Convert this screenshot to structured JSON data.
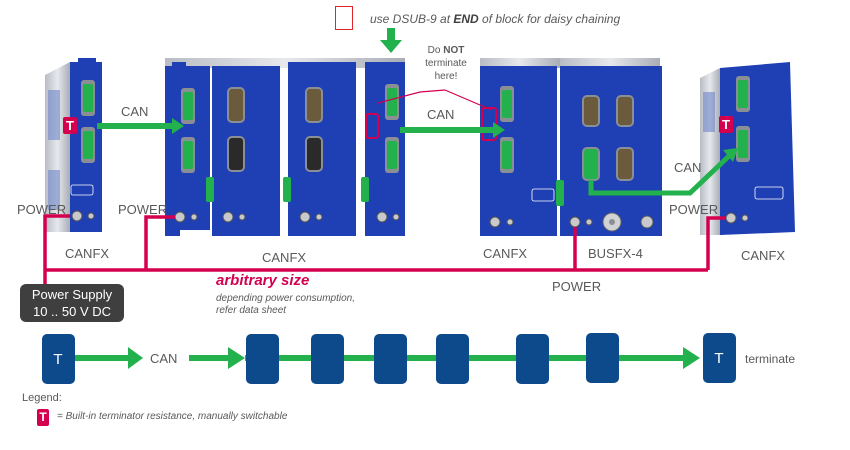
{
  "header": {
    "note_prefix": "use DSUB-9 at ",
    "note_bold": "END",
    "note_suffix": " of block for daisy chaining"
  },
  "callout": {
    "line1": "Do ",
    "line1_bold": "NOT",
    "line2": "terminate",
    "line3": "here!"
  },
  "labels": {
    "can_left": "CAN",
    "can_mid": "CAN",
    "can_right": "CAN",
    "power_1": "POWER",
    "power_2": "POWER",
    "power_3": "POWER",
    "power_bus": "POWER"
  },
  "modules": [
    {
      "name": "CANFX",
      "terminated": true
    },
    {
      "name": "CANFX",
      "count": 4,
      "terminated": false
    },
    {
      "name": "CANFX",
      "terminated": false
    },
    {
      "name": "BUSFX-4",
      "terminated": false
    },
    {
      "name": "CANFX",
      "terminated": true
    }
  ],
  "module_labels": {
    "m1": "CANFX",
    "m2": "CANFX",
    "m3": "CANFX",
    "m4": "BUSFX-4",
    "m5": "CANFX"
  },
  "power_supply": {
    "line1": "Power Supply",
    "line2": "10 .. 50 V DC"
  },
  "arbitrary": {
    "title": "arbitrary size",
    "sub1": "depending power consumption,",
    "sub2": "refer data sheet"
  },
  "schematic": {
    "start_node": "T",
    "end_node": "T",
    "can_label": "CAN",
    "end_label": "terminate",
    "middle_nodes": 6
  },
  "legend": {
    "title": "Legend:",
    "symbol": "T",
    "text": "= Built-in terminator resistance, manually switchable"
  },
  "colors": {
    "module_blue": "#1f3fb4",
    "can_green": "#22b14c",
    "power_red": "#d4004f",
    "node_blue": "#0d4a8c",
    "terminator_red": "#d4004f",
    "supply_gray": "#3f3f3f"
  }
}
